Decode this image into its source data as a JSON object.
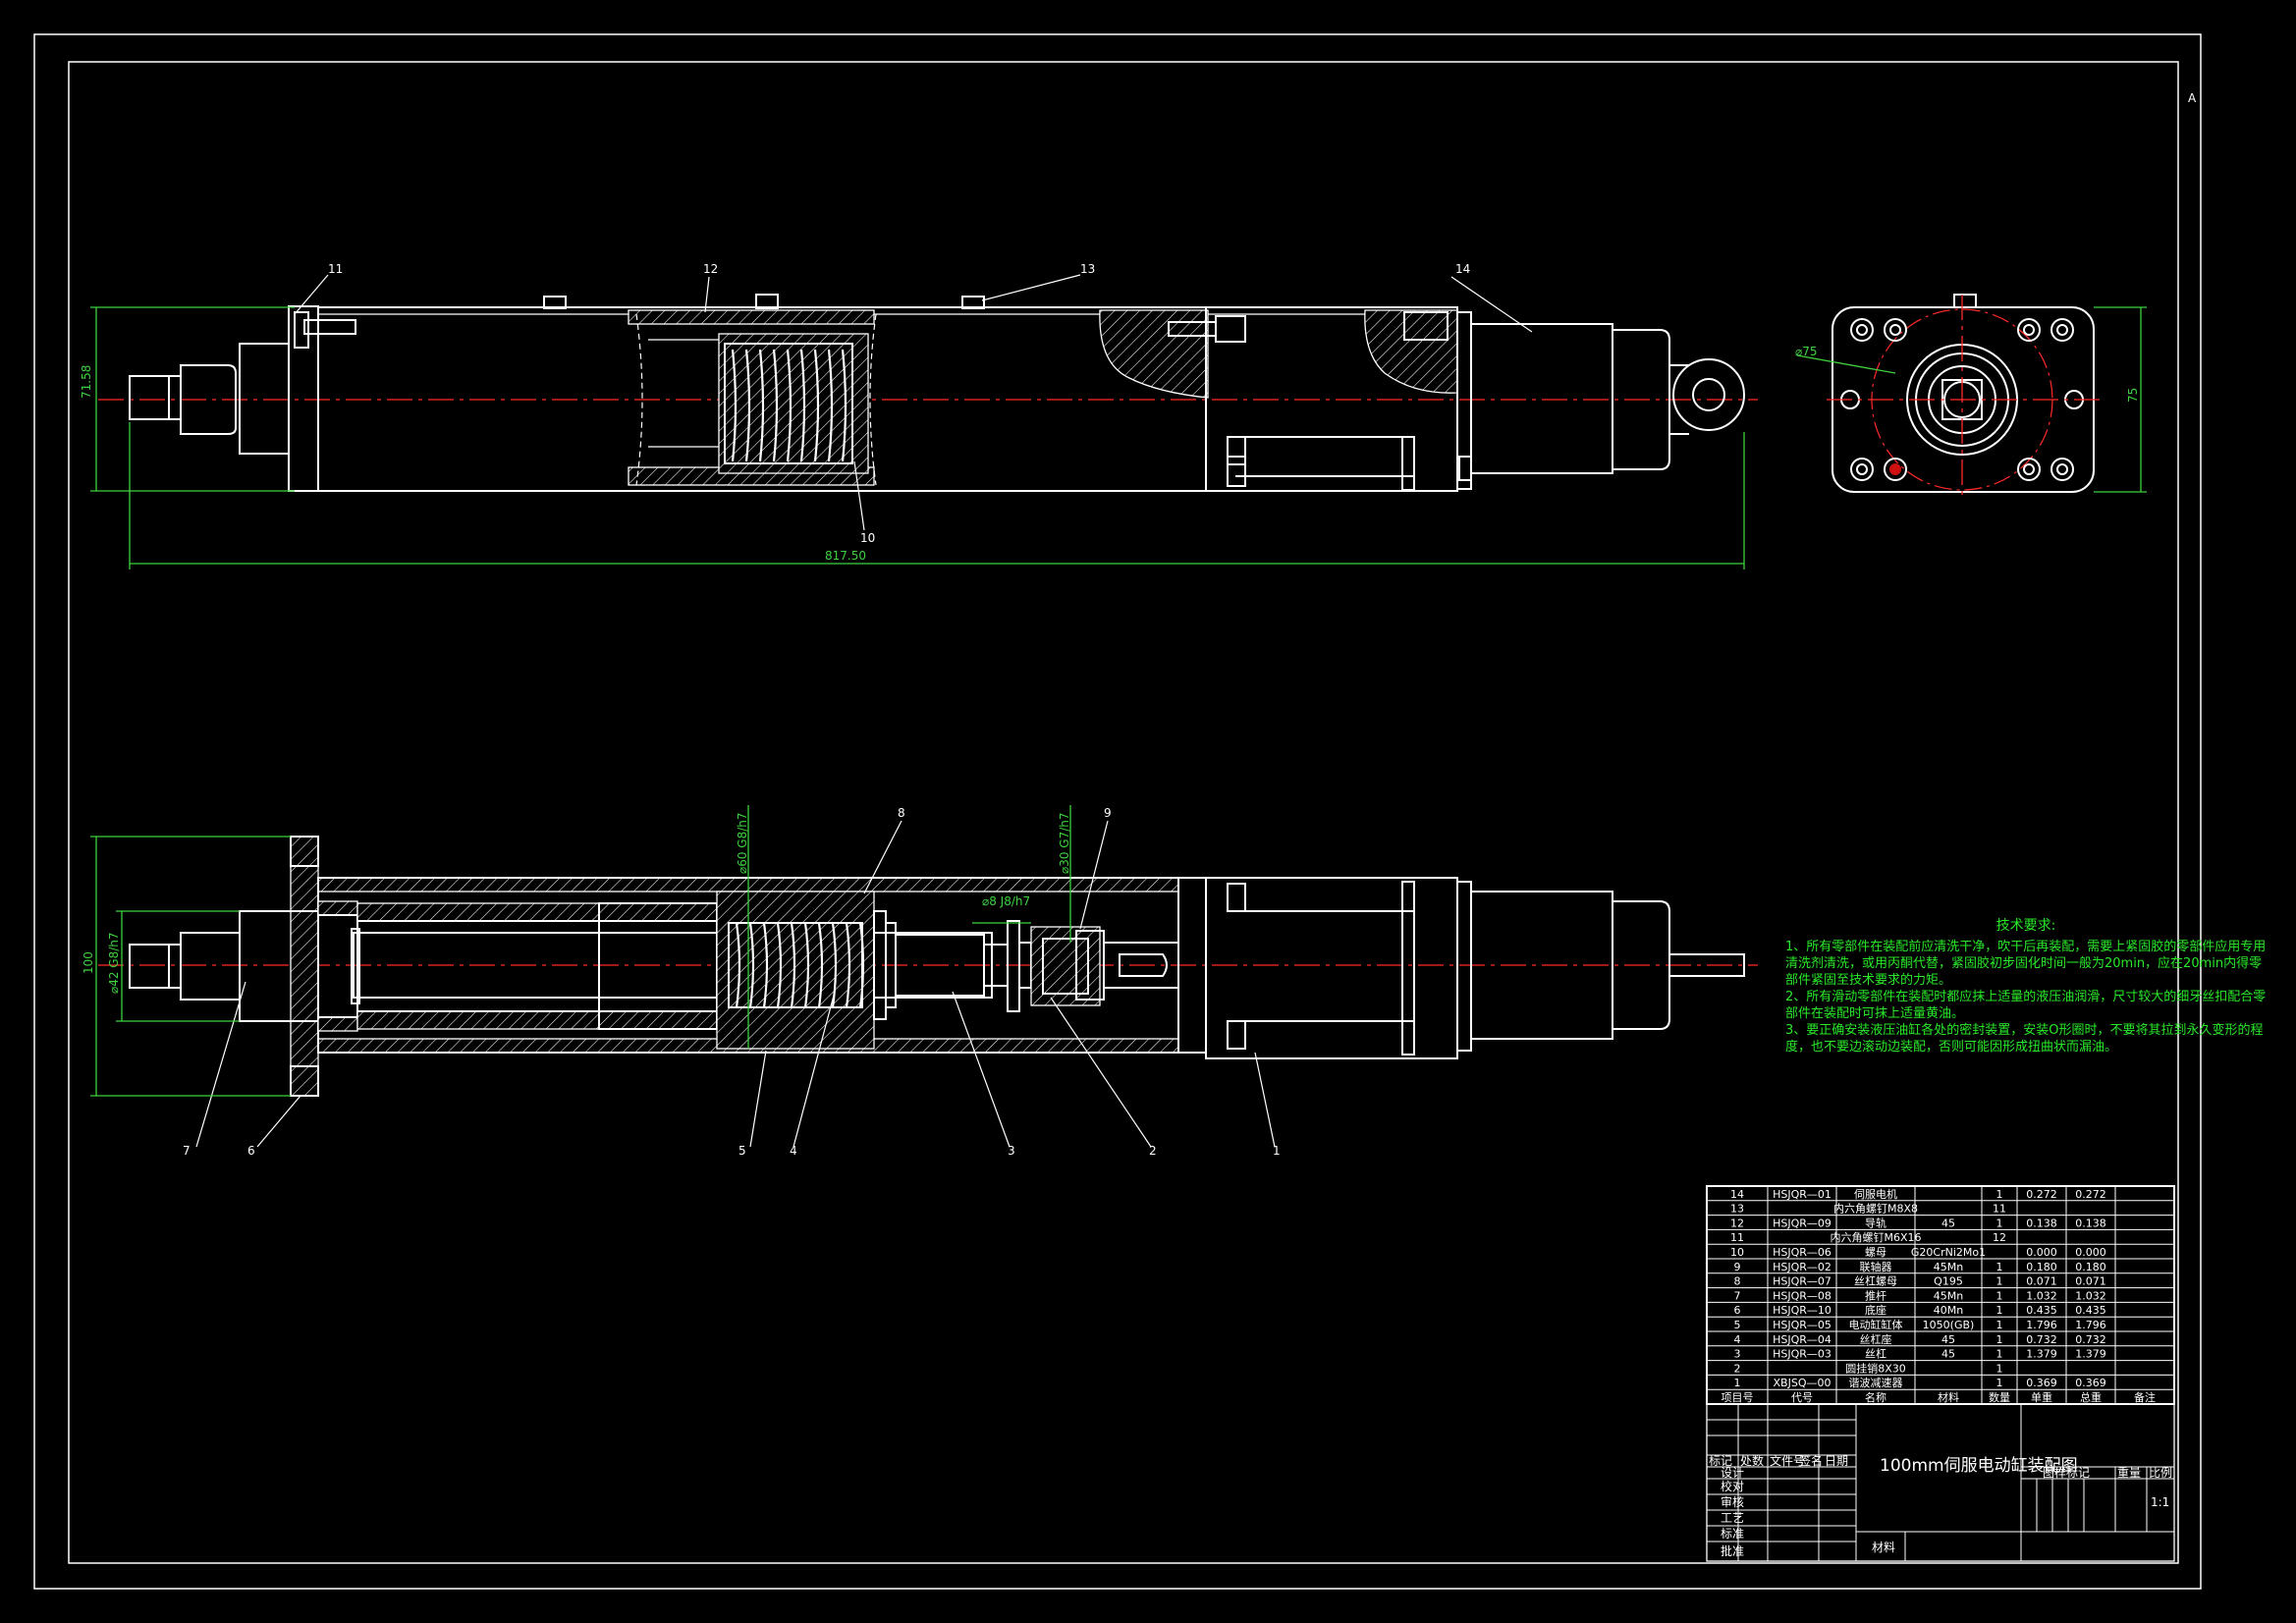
{
  "sheet_corner": "A",
  "front_view": {
    "part_labels": [
      "11",
      "12",
      "13",
      "14",
      "10"
    ],
    "dim_height": "71.58",
    "dim_length": "817.50"
  },
  "end_view": {
    "dim_diameter": "⌀75",
    "dim_height": "75"
  },
  "section_view": {
    "part_labels": [
      "8",
      "9",
      "7",
      "6",
      "5",
      "4",
      "3",
      "2",
      "1"
    ],
    "dim_height": "100",
    "dim_shaft": "⌀42 G8/h7",
    "dim_bore": "⌀60 G8/h7",
    "dim_small": "⌀8 J8/h7",
    "dim_bearing": "⌀30 G7/h7"
  },
  "tech_requirements": {
    "title": "技术要求:",
    "items": [
      "1、所有零部件在装配前应清洗干净，吹干后再装配，需要上紧固胶的零部件应用专用清洗剂清洗，或用丙酮代替，紧固胶初步固化时间一般为20min，应在20min内得零部件紧固至技术要求的力矩。",
      "2、所有滑动零部件在装配时都应抹上适量的液压油润滑，尺寸较大的细牙丝扣配合零部件在装配时可抹上适量黄油。",
      "3、要正确安装液压油缸各处的密封装置，安装O形圈时，不要将其拉到永久变形的程度，也不要边滚动边装配，否则可能因形成扭曲状而漏油。"
    ]
  },
  "bom": {
    "headers": [
      "项目号",
      "代号",
      "名称",
      "材料",
      "数量",
      "单重",
      "总重",
      "备注"
    ],
    "rows": [
      [
        "14",
        "HSJQR—01",
        "伺服电机",
        "",
        "1",
        "0.272",
        "0.272",
        ""
      ],
      [
        "13",
        "",
        "内六角螺钉M8X8",
        "",
        "11",
        "",
        "",
        ""
      ],
      [
        "12",
        "HSJQR—09",
        "导轨",
        "45",
        "1",
        "0.138",
        "0.138",
        ""
      ],
      [
        "11",
        "",
        "内六角螺钉M6X16",
        "",
        "12",
        "",
        "",
        ""
      ],
      [
        "10",
        "HSJQR—06",
        "螺母",
        "G20CrNi2Mo1",
        "",
        "0.000",
        "0.000",
        ""
      ],
      [
        "9",
        "HSJQR—02",
        "联轴器",
        "45Mn",
        "1",
        "0.180",
        "0.180",
        ""
      ],
      [
        "8",
        "HSJQR—07",
        "丝杠螺母",
        "Q195",
        "1",
        "0.071",
        "0.071",
        ""
      ],
      [
        "7",
        "HSJQR—08",
        "推杆",
        "45Mn",
        "1",
        "1.032",
        "1.032",
        ""
      ],
      [
        "6",
        "HSJQR—10",
        "底座",
        "40Mn",
        "1",
        "0.435",
        "0.435",
        ""
      ],
      [
        "5",
        "HSJQR—05",
        "电动缸缸体",
        "1050(GB)",
        "1",
        "1.796",
        "1.796",
        ""
      ],
      [
        "4",
        "HSJQR—04",
        "丝杠座",
        "45",
        "1",
        "0.732",
        "0.732",
        ""
      ],
      [
        "3",
        "HSJQR—03",
        "丝杠",
        "45",
        "1",
        "1.379",
        "1.379",
        ""
      ],
      [
        "2",
        "",
        "圆挂销8X30",
        "",
        "1",
        "",
        "",
        ""
      ],
      [
        "1",
        "XBJSQ—00",
        "谐波减速器",
        "",
        "1",
        "0.369",
        "0.369",
        ""
      ]
    ]
  },
  "title_block": {
    "drawing_title": "100mm伺服电动缸装配图",
    "rev_headers": [
      "标记",
      "处数",
      "文件号",
      "签名",
      "日期"
    ],
    "signers": [
      "设计",
      "校对",
      "审核",
      "工艺",
      "标准",
      "批准"
    ],
    "mark_headers": [
      "图样标记",
      "重量",
      "比例"
    ],
    "scale": "1:1",
    "material_label": "材料"
  }
}
